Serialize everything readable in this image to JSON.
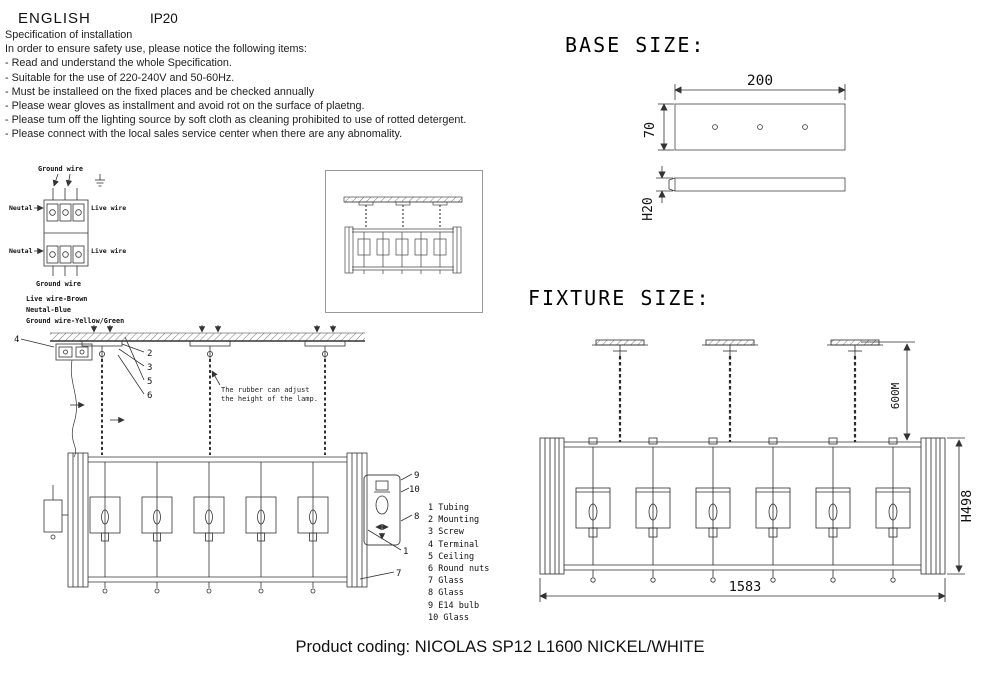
{
  "header": {
    "language": "ENGLISH",
    "ip_rating": "IP20"
  },
  "spec": {
    "title": "Specification of installation",
    "intro": "In order to ensure safety use, please notice the following items:",
    "items": [
      "- Read and understand the whole Specification.",
      "- Suitable for the use of 220-240V and 50-60Hz.",
      "- Must be installeed on the fixed places and be checked annually",
      "- Please wear gloves as installment and avoid rot on the surface of plaetng.",
      "- Please tum off the lighting source by soft cloth as cleaning prohibited to use of rotted detergent.",
      "- Please connect with the local sales service center when there are any abnomality."
    ]
  },
  "wiring": {
    "ground_wire_top": "Ground wire",
    "neutral_top": "Neutal",
    "live_top": "Live wire",
    "neutral_bottom": "Neutal",
    "live_bottom": "Live wire",
    "ground_wire_bottom": "Ground wire",
    "legend": [
      "Live wire-Brown",
      "Neutal-Blue",
      "Ground wire-Yellow/Green"
    ]
  },
  "base_size": {
    "title": "BASE SIZE:",
    "width": "200",
    "height": "70",
    "thickness": "H20"
  },
  "fixture_size": {
    "title": "FIXTURE SIZE:",
    "drop": "600M",
    "height": "H498",
    "length": "1583"
  },
  "installation": {
    "note": "The rubber can adjust the height of the lamp.",
    "callouts": {
      "terminal": "4",
      "mounting": "2",
      "screw": "3",
      "ceiling": "5",
      "round_nuts": "6",
      "bulb": "9",
      "glass_top": "10",
      "glass_mid": "8",
      "tubing": "1",
      "glass_bottom": "7"
    }
  },
  "parts": {
    "items": [
      "1 Tubing",
      "2 Mounting",
      "3 Screw",
      "4 Terminal",
      "5 Ceiling",
      "6 Round nuts",
      "7 Glass",
      "8 Glass",
      "9 E14 bulb",
      "10 Glass"
    ]
  },
  "footer": {
    "product_coding": "Product coding: NICOLAS SP12 L1600 NICKEL/WHITE"
  }
}
